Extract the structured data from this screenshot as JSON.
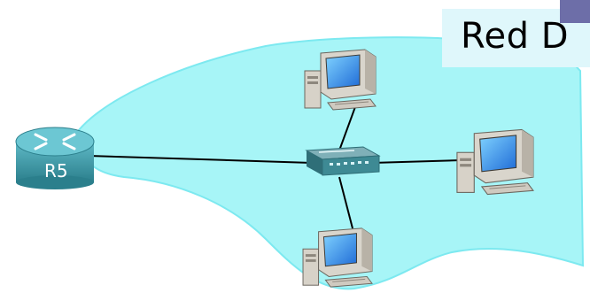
{
  "diagram": {
    "title": "Red D",
    "colors": {
      "cloud": "#a7f5f7",
      "cloud_stroke": "#4fe0ea",
      "title_box": "#dff7fb",
      "title_accent": "#6d6ea8",
      "router": "#3a9aa8",
      "switch": "#2f6f78",
      "link": "#000000"
    },
    "router": {
      "label": "R5",
      "icon": "router-icon"
    },
    "switch": {
      "icon": "switch-icon"
    },
    "hosts": [
      {
        "id": "host-top",
        "icon": "pc-icon"
      },
      {
        "id": "host-right",
        "icon": "pc-icon"
      },
      {
        "id": "host-bottom",
        "icon": "pc-icon"
      }
    ]
  }
}
